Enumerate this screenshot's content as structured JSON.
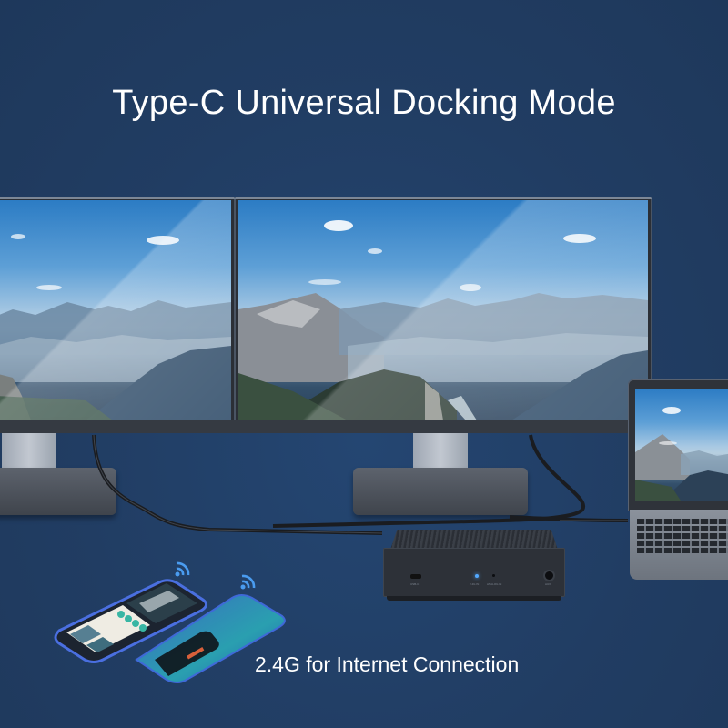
{
  "banner": {
    "title": "Type-C Universal Docking Mode",
    "caption": "2.4G for Internet Connection",
    "background_color": "#213d63",
    "text_color": "#ffffff"
  },
  "devices": {
    "monitors": [
      {
        "name": "left-monitor",
        "screen": "mountain landscape wallpaper"
      },
      {
        "name": "center-monitor",
        "screen": "mountain landscape wallpaper"
      }
    ],
    "laptop": {
      "screen": "mountain landscape wallpaper"
    },
    "dock": {
      "ports": [
        {
          "label": "USB-C"
        },
        {
          "label": "2.4G IN"
        },
        {
          "label": "ANALOG IN"
        },
        {
          "label": "AUX"
        }
      ],
      "led_color": "#53a9ff"
    },
    "phones": {
      "count": 2,
      "wireless_icon": "wifi-icon",
      "wifi_icon_color": "#4a9cf0"
    }
  }
}
